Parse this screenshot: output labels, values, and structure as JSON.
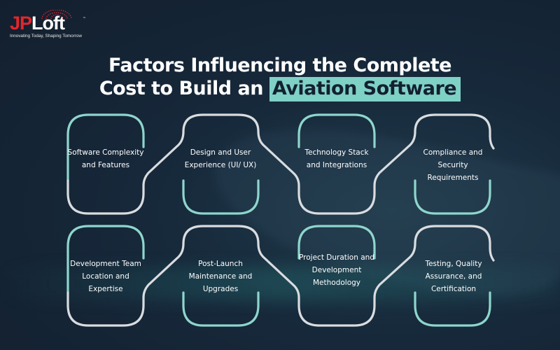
{
  "brand": {
    "logo_part1": "JP",
    "logo_part2": "Loft",
    "trademark": "™",
    "tagline": "Innovating Today, Shaping Tomorrow",
    "red": "#e4252d"
  },
  "title": {
    "line1": "Factors Influencing the Complete",
    "line2_prefix": "Cost to Build an",
    "line2_highlight": "Aviation Software",
    "highlight_color": "#7fd1c6"
  },
  "colors": {
    "teal": "#8ed6cc",
    "line": "#d9dcdf",
    "background": "#16283a"
  },
  "factors": {
    "row1": [
      {
        "label": "Software Complexity and Features"
      },
      {
        "label": "Design and User Experience (UI/ UX)"
      },
      {
        "label": "Technology Stack and Integrations"
      },
      {
        "label": "Compliance and Security Requirements"
      }
    ],
    "row2": [
      {
        "label": "Development Team Location and Expertise"
      },
      {
        "label": "Post-Launch Maintenance and Upgrades"
      },
      {
        "label": "Project Duration and Development Methodology"
      },
      {
        "label": "Testing, Quality Assurance, and Certification"
      }
    ]
  }
}
